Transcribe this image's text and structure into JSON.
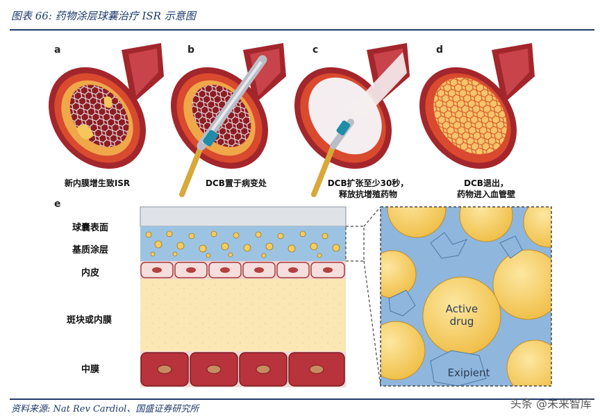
{
  "header": {
    "title": "图表 66:  药物涂层球囊治疗 ISR 示意图"
  },
  "panels": [
    {
      "letter": "a",
      "caption": "新内膜增生致ISR"
    },
    {
      "letter": "b",
      "caption": "DCB置于病变处"
    },
    {
      "letter": "c",
      "caption_line1": "DCB扩张至少30秒，",
      "caption_line2": "释放抗增殖药物"
    },
    {
      "letter": "d",
      "caption_line1": "DCB退出，",
      "caption_line2": "药物进入血管壁"
    },
    {
      "letter": "e"
    }
  ],
  "layers": [
    "球囊表面",
    "基质涂层",
    "内皮",
    "斑块或内膜",
    "中膜"
  ],
  "zoom": {
    "drug_label_line1": "Active",
    "drug_label_line2": "drug",
    "excipient_label": "Exipient"
  },
  "footer": {
    "source": "资料来源: Nat Rev Cardiol、国盛证券研究所"
  },
  "watermark": "头条 @未来智库",
  "colors": {
    "brand_blue": "#1d3a6b",
    "vessel_red": "#b3232a",
    "drug_yellow": "#f2c64b",
    "excipient_blue": "#8fb6dc"
  }
}
